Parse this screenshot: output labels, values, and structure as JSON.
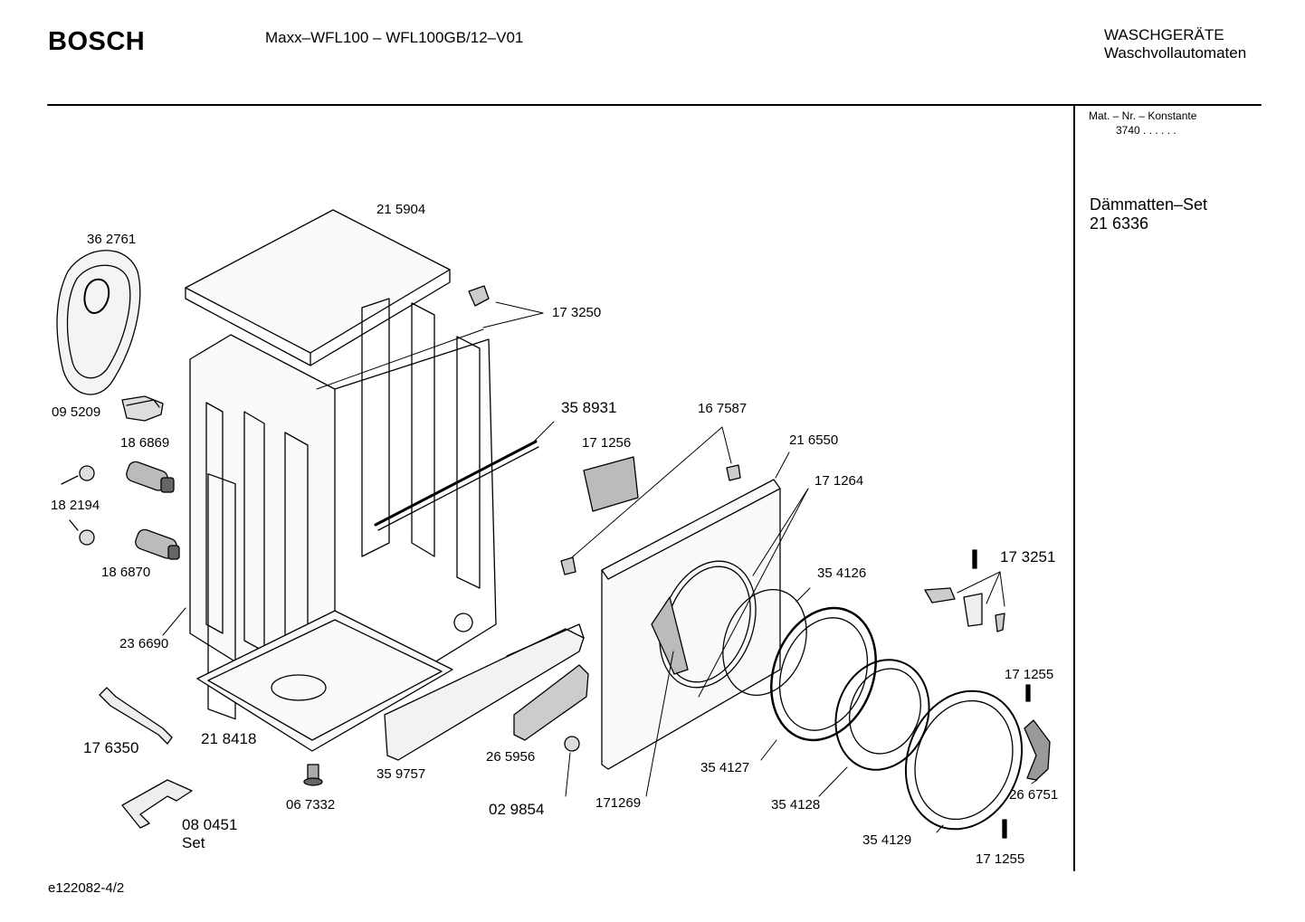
{
  "header": {
    "brand": "BOSCH",
    "model": "Maxx–WFL100 – WFL100GB/12–V01",
    "category_line1": "WASCHGERÄTE",
    "category_line2": "Waschvollautomaten"
  },
  "sidebar": {
    "mat_label": "Mat. – Nr. – Konstante",
    "mat_value": "3740  .  .     .  .  .  .",
    "kit_name": "Dämmatten–Set",
    "kit_number": "21 6336"
  },
  "parts": {
    "p215904": "21 5904",
    "p362761": "36 2761",
    "p173250": "17 3250",
    "p095209": "09 5209",
    "p186869": "18 6869",
    "p358931": "35 8931",
    "p167587": "16 7587",
    "p171256": "17 1256",
    "p216550": "21 6550",
    "p171264": "17 1264",
    "p182194": "18 2194",
    "p186870": "18 6870",
    "p354126": "35 4126",
    "p173251": "17 3251",
    "p236690": "23 6690",
    "p171255a": "17 1255",
    "p176350": "17 6350",
    "p218418": "21 8418",
    "p359757": "35 9757",
    "p265956": "26 5956",
    "p354127": "35 4127",
    "p067332": "06 7332",
    "p029854": "02 9854",
    "p171269": "171269",
    "p354128": "35 4128",
    "p266751": "26 6751",
    "p080451": "08 0451",
    "p080451_set": "Set",
    "p354129": "35 4129",
    "p171255b": "17 1255"
  },
  "footer": {
    "drawing_id": "e122082-4/2"
  }
}
